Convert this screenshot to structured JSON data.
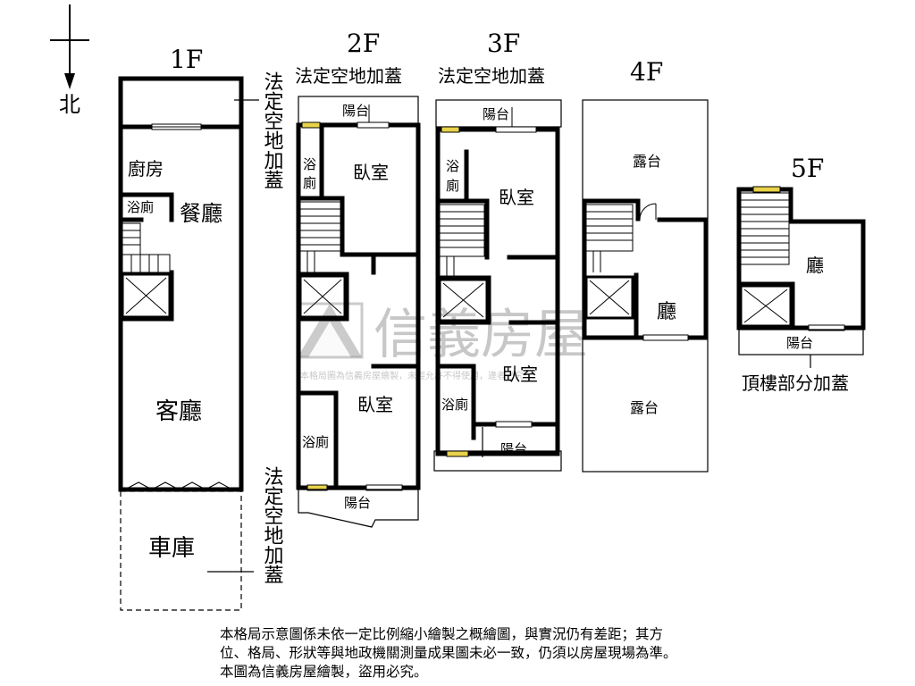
{
  "compass": {
    "north": "北"
  },
  "floors": {
    "f1": {
      "title": "1F",
      "kitchen": "廚房",
      "dining": "餐廳",
      "bath": "浴廁",
      "living": "客廳",
      "garage": "車庫",
      "annex_top": "法定空地加蓋",
      "annex_bottom": "法定空地加蓋"
    },
    "f2": {
      "title": "2F",
      "annex": "法定空地加蓋",
      "balcony_top": "陽台",
      "bath_top": "浴廁",
      "bedroom_top": "臥室",
      "bedroom_bottom": "臥室",
      "bath_bottom": "浴廁",
      "balcony_bottom": "陽台"
    },
    "f3": {
      "title": "3F",
      "annex": "法定空地加蓋",
      "balcony_top": "陽台",
      "bath_top": "浴廁",
      "bedroom_top": "臥室",
      "bedroom_bottom": "臥室",
      "bath_bottom": "浴廁",
      "balcony_bottom": "陽台"
    },
    "f4": {
      "title": "4F",
      "terrace_top": "露台",
      "hall": "廳",
      "terrace_bottom": "露台"
    },
    "f5": {
      "title": "5F",
      "hall": "廳",
      "balcony": "陽台",
      "note": "頂樓部分加蓋"
    }
  },
  "watermark": {
    "brand": "信義房屋",
    "caption": "本格局圖為信義房屋繪製，未經允許不得使用，違者必究"
  },
  "disclaimer": [
    "本格局示意圖係未依一定比例縮小繪製之概繪圖，與實況仍有差距；其方",
    "位、格局、形狀等與地政機關測量成果圖未必一致，仍須以房屋現場為準。",
    "本圖為信義房屋繪製，盜用必究。"
  ],
  "colors": {
    "wall": "#000000",
    "window": "#e8d24a",
    "watermark": "#9a9a9a"
  }
}
